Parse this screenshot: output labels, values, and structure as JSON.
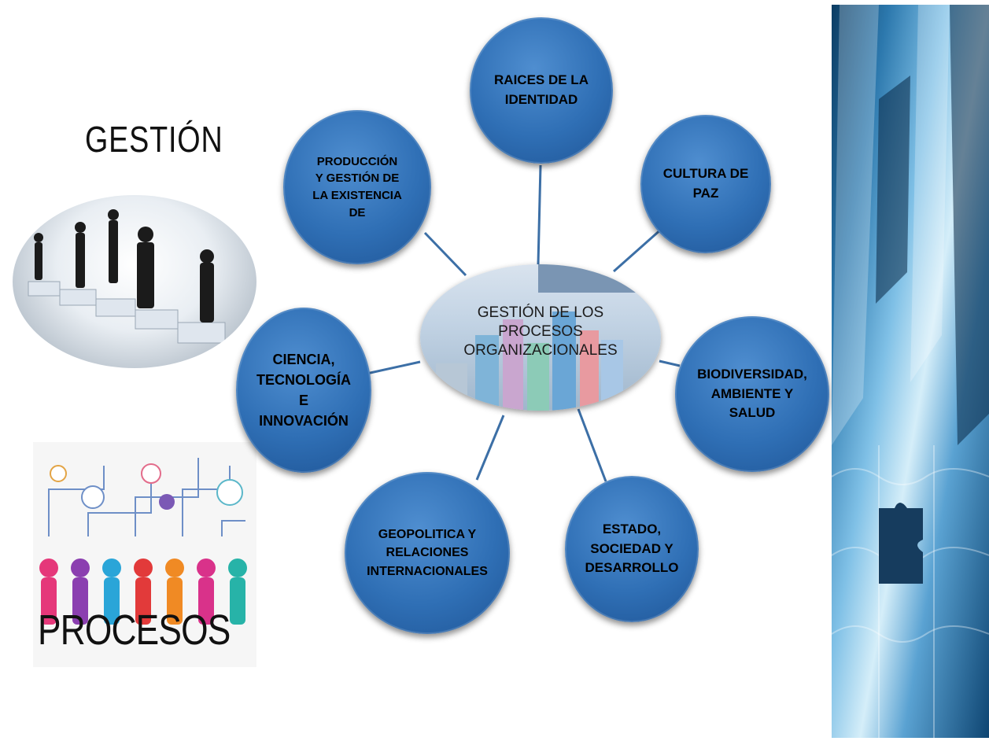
{
  "center": {
    "text": "GESTIÓN DE LOS\nPROCESOS\nORGANIZACIONALES"
  },
  "nodes": [
    {
      "id": "raices",
      "text": "RAICES DE LA\nIDENTIDAD"
    },
    {
      "id": "cultura",
      "text": "CULTURA DE\nPAZ"
    },
    {
      "id": "biodiversidad",
      "text": "BIODIVERSIDAD,\nAMBIENTE Y\nSALUD"
    },
    {
      "id": "estado",
      "text": "ESTADO,\nSOCIEDAD Y\nDESARROLLO"
    },
    {
      "id": "geopolitica",
      "text": "GEOPOLITICA Y\nRELACIONES\nINTERNACIONALES"
    },
    {
      "id": "ciencia",
      "text": "CIENCIA,\nTECNOLOGÍA\nE\nINNOVACIÓN"
    },
    {
      "id": "produccion",
      "text": "PRODUCCIÓN\nY GESTIÓN DE\nLA EXISTENCIA\nDE"
    }
  ],
  "side": {
    "gestion_title": "GESTIÓN",
    "procesos_title": "PROCESOS"
  },
  "colors": {
    "node_fill": "#2f6fb5",
    "connector": "#3c6fa6"
  }
}
